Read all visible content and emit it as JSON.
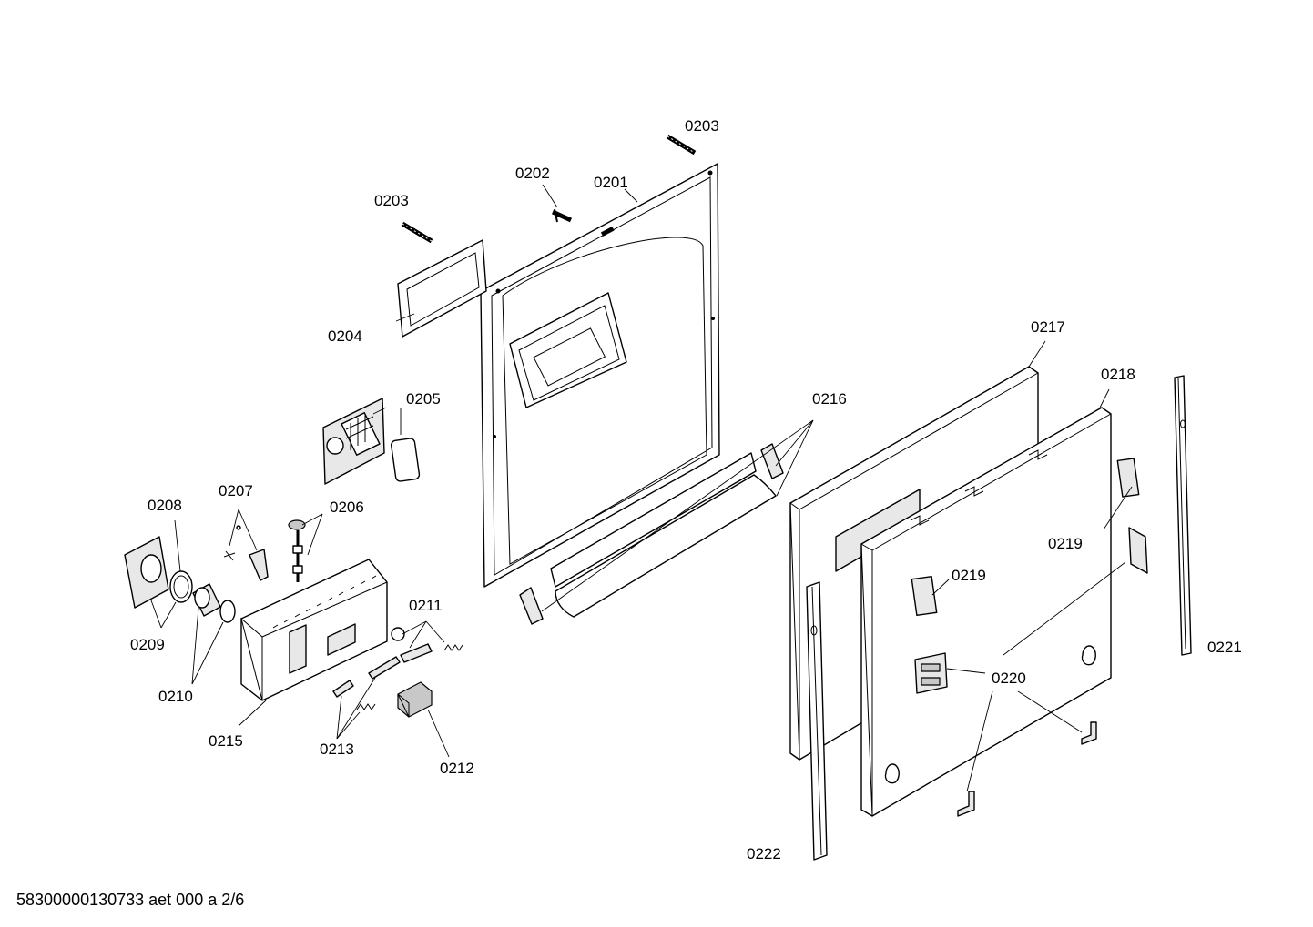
{
  "callouts": {
    "c0201": "0201",
    "c0202": "0202",
    "c0203a": "0203",
    "c0203b": "0203",
    "c0204": "0204",
    "c0205": "0205",
    "c0206": "0206",
    "c0207": "0207",
    "c0208": "0208",
    "c0209": "0209",
    "c0210": "0210",
    "c0211": "0211",
    "c0212": "0212",
    "c0213": "0213",
    "c0215": "0215",
    "c0216": "0216",
    "c0217": "0217",
    "c0218": "0218",
    "c0219a": "0219",
    "c0219b": "0219",
    "c0220": "0220",
    "c0221": "0221",
    "c0222": "0222"
  },
  "footer": "58300000130733 aet 000 a 2/6"
}
